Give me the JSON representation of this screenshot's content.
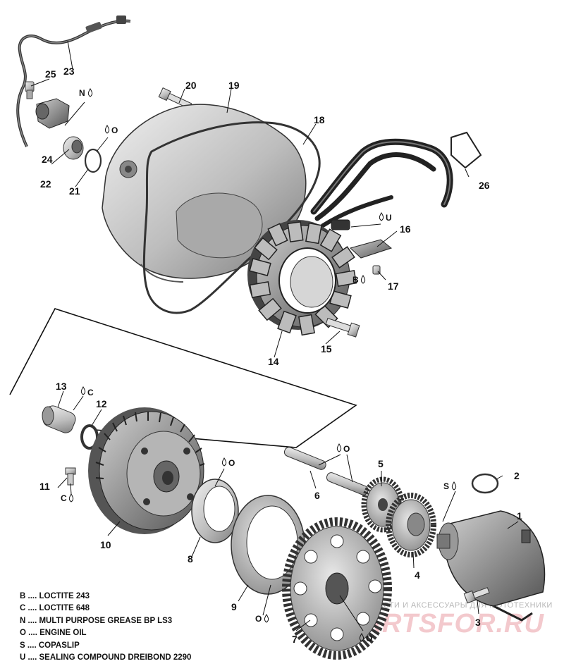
{
  "callouts": {
    "c1": "1",
    "c2": "2",
    "c3": "3",
    "c4": "4",
    "c5": "5",
    "c6": "6",
    "c7": "7",
    "c8": "8",
    "c9": "9",
    "c10": "10",
    "c11": "11",
    "c12": "12",
    "c13": "13",
    "c14": "14",
    "c15": "15",
    "c16": "16",
    "c17": "17",
    "c18": "18",
    "c19": "19",
    "c20": "20",
    "c21": "21",
    "c22": "22",
    "c23": "23",
    "c24": "24",
    "c25": "25",
    "c26": "26"
  },
  "codes": {
    "n_24": "N",
    "o_21": "O",
    "u_harness": "U",
    "b_17": "B",
    "c_13": "C",
    "s_1": "S",
    "o_6": "O",
    "o_8": "O",
    "c_11": "C",
    "o_9": "O",
    "o_7": "O"
  },
  "legend": [
    {
      "code": "B",
      "text": "B .... LOCTITE 243"
    },
    {
      "code": "C",
      "text": "C .... LOCTITE 648"
    },
    {
      "code": "N",
      "text": "N .... MULTI PURPOSE GREASE BP LS3"
    },
    {
      "code": "O",
      "text": "O .... ENGINE OIL"
    },
    {
      "code": "S",
      "text": "S .... COPASLIP"
    },
    {
      "code": "U",
      "text": "U .... SEALING COMPOUND DREIBOND 2290"
    }
  ],
  "watermark": {
    "line": "ЗАПЧАСТИ И АКСЕССУАРЫ ДЛЯ МОТОТЕХНИКИ",
    "logo": "PARTSFOR.RU"
  }
}
